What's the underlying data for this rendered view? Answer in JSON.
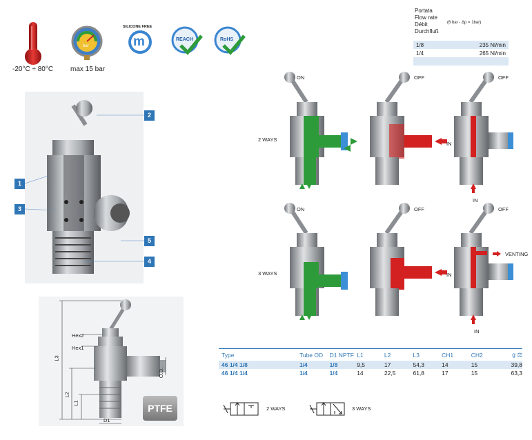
{
  "icons": {
    "temperature": {
      "label": "-20°C ÷ 80°C",
      "color": "#c62828"
    },
    "pressure": {
      "label": "max 15 bar",
      "gauge_text": "bar"
    },
    "silicone": {
      "text_top": "SILICONE FREE",
      "letter": "m"
    },
    "reach": {
      "text": "REACH"
    },
    "rohs": {
      "text": "RoHS"
    }
  },
  "flow_rate": {
    "labels": [
      "Portata",
      "Flow rate",
      "Débit",
      "Durchfluß"
    ],
    "condition": "(6 bar - Δp = 1bar)",
    "rows": [
      {
        "size": "1/8",
        "value": "235 Nl/min"
      },
      {
        "size": "1/4",
        "value": "265 Nl/min"
      }
    ]
  },
  "callouts": [
    "1",
    "2",
    "3",
    "4",
    "5"
  ],
  "dimensions": {
    "hex2": "Hex2",
    "hex1": "Hex1",
    "l3": "L3",
    "l2": "L2",
    "l1": "L1",
    "d1": "D1",
    "od": "O.D.",
    "ptfe": "PTFE"
  },
  "states": {
    "row1": {
      "label": "2 WAYS",
      "on": "ON",
      "off1": "OFF",
      "off2": "OFF",
      "in1": "IN",
      "in2": "IN"
    },
    "row2": {
      "label": "3 WAYS",
      "on": "ON",
      "off1": "OFF",
      "off2": "OFF",
      "in1": "IN",
      "in2": "IN",
      "venting": "VENTING"
    }
  },
  "spec_table": {
    "headers": [
      "Type",
      "Tube OD",
      "D1 NPTF",
      "L1",
      "L2",
      "L3",
      "CH1",
      "CH2",
      "g"
    ],
    "rows": [
      [
        "46 1/4 1/8",
        "1/4",
        "1/8",
        "9,5",
        "17",
        "54,3",
        "14",
        "15",
        "39,8"
      ],
      [
        "46 1/4 1/4",
        "1/4",
        "1/4",
        "14",
        "22,5",
        "61,8",
        "17",
        "15",
        "63,3"
      ]
    ]
  },
  "symbols": {
    "two_ways": "2 WAYS",
    "three_ways": "3 WAYS"
  },
  "colors": {
    "accent": "#2f76b6",
    "green": "#2e9b3a",
    "red": "#d32020",
    "blue_ring": "#3b8fd6"
  }
}
